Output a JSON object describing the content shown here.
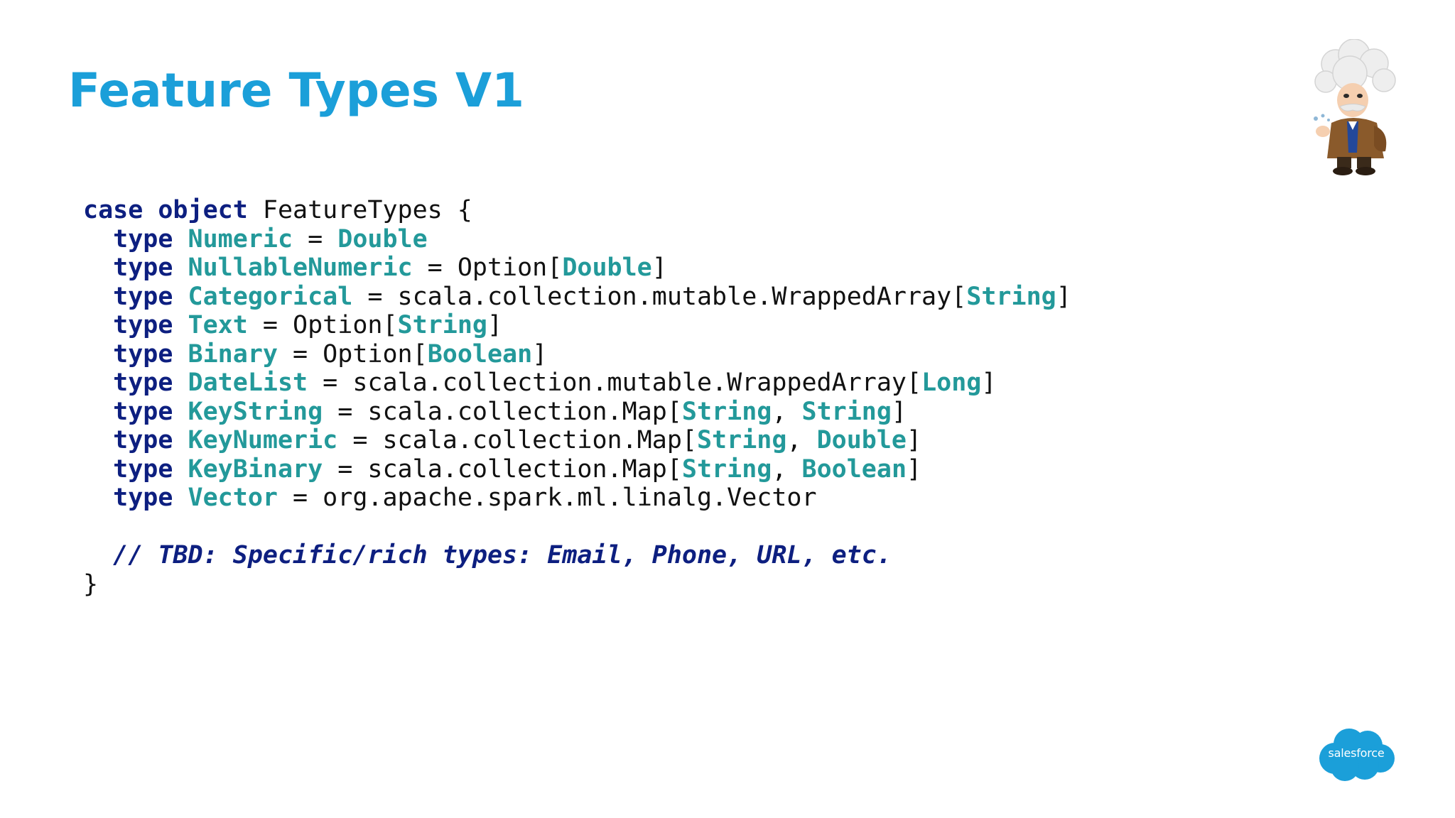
{
  "slide": {
    "title": "Feature Types V1",
    "code_lines": [
      [
        {
          "t": "case object",
          "c": "kw"
        },
        {
          "t": " FeatureTypes {",
          "c": "pl"
        }
      ],
      [
        {
          "t": "  ",
          "c": "pl"
        },
        {
          "t": "type",
          "c": "kw"
        },
        {
          "t": " ",
          "c": "pl"
        },
        {
          "t": "Numeric",
          "c": "ty"
        },
        {
          "t": " = ",
          "c": "pl"
        },
        {
          "t": "Double",
          "c": "ty"
        }
      ],
      [
        {
          "t": "  ",
          "c": "pl"
        },
        {
          "t": "type",
          "c": "kw"
        },
        {
          "t": " ",
          "c": "pl"
        },
        {
          "t": "NullableNumeric",
          "c": "ty"
        },
        {
          "t": " = Option[",
          "c": "pl"
        },
        {
          "t": "Double",
          "c": "ty"
        },
        {
          "t": "]",
          "c": "pl"
        }
      ],
      [
        {
          "t": "  ",
          "c": "pl"
        },
        {
          "t": "type",
          "c": "kw"
        },
        {
          "t": " ",
          "c": "pl"
        },
        {
          "t": "Categorical",
          "c": "ty"
        },
        {
          "t": " = scala.collection.mutable.WrappedArray[",
          "c": "pl"
        },
        {
          "t": "String",
          "c": "ty"
        },
        {
          "t": "]",
          "c": "pl"
        }
      ],
      [
        {
          "t": "  ",
          "c": "pl"
        },
        {
          "t": "type",
          "c": "kw"
        },
        {
          "t": " ",
          "c": "pl"
        },
        {
          "t": "Text",
          "c": "ty"
        },
        {
          "t": " = Option[",
          "c": "pl"
        },
        {
          "t": "String",
          "c": "ty"
        },
        {
          "t": "]",
          "c": "pl"
        }
      ],
      [
        {
          "t": "  ",
          "c": "pl"
        },
        {
          "t": "type",
          "c": "kw"
        },
        {
          "t": " ",
          "c": "pl"
        },
        {
          "t": "Binary",
          "c": "ty"
        },
        {
          "t": " = Option[",
          "c": "pl"
        },
        {
          "t": "Boolean",
          "c": "ty"
        },
        {
          "t": "]",
          "c": "pl"
        }
      ],
      [
        {
          "t": "  ",
          "c": "pl"
        },
        {
          "t": "type",
          "c": "kw"
        },
        {
          "t": " ",
          "c": "pl"
        },
        {
          "t": "DateList",
          "c": "ty"
        },
        {
          "t": " = scala.collection.mutable.WrappedArray[",
          "c": "pl"
        },
        {
          "t": "Long",
          "c": "ty"
        },
        {
          "t": "]",
          "c": "pl"
        }
      ],
      [
        {
          "t": "  ",
          "c": "pl"
        },
        {
          "t": "type",
          "c": "kw"
        },
        {
          "t": " ",
          "c": "pl"
        },
        {
          "t": "KeyString",
          "c": "ty"
        },
        {
          "t": " = scala.collection.Map[",
          "c": "pl"
        },
        {
          "t": "String",
          "c": "ty"
        },
        {
          "t": ", ",
          "c": "pl"
        },
        {
          "t": "String",
          "c": "ty"
        },
        {
          "t": "]",
          "c": "pl"
        }
      ],
      [
        {
          "t": "  ",
          "c": "pl"
        },
        {
          "t": "type",
          "c": "kw"
        },
        {
          "t": " ",
          "c": "pl"
        },
        {
          "t": "KeyNumeric",
          "c": "ty"
        },
        {
          "t": " = scala.collection.Map[",
          "c": "pl"
        },
        {
          "t": "String",
          "c": "ty"
        },
        {
          "t": ", ",
          "c": "pl"
        },
        {
          "t": "Double",
          "c": "ty"
        },
        {
          "t": "]",
          "c": "pl"
        }
      ],
      [
        {
          "t": "  ",
          "c": "pl"
        },
        {
          "t": "type",
          "c": "kw"
        },
        {
          "t": " ",
          "c": "pl"
        },
        {
          "t": "KeyBinary",
          "c": "ty"
        },
        {
          "t": " = scala.collection.Map[",
          "c": "pl"
        },
        {
          "t": "String",
          "c": "ty"
        },
        {
          "t": ", ",
          "c": "pl"
        },
        {
          "t": "Boolean",
          "c": "ty"
        },
        {
          "t": "]",
          "c": "pl"
        }
      ],
      [
        {
          "t": "  ",
          "c": "pl"
        },
        {
          "t": "type",
          "c": "kw"
        },
        {
          "t": " ",
          "c": "pl"
        },
        {
          "t": "Vector",
          "c": "ty"
        },
        {
          "t": " = org.apache.spark.ml.linalg.Vector",
          "c": "pl"
        }
      ],
      [],
      [
        {
          "t": "  ",
          "c": "pl"
        },
        {
          "t": "// TBD: Specific/rich types: Email, Phone, URL, etc.",
          "c": "cm"
        }
      ],
      [
        {
          "t": "}",
          "c": "pl"
        }
      ]
    ]
  },
  "branding": {
    "logo_text": "salesforce",
    "logo_color": "#1b9fd9",
    "mascot_icon": "einstein-mascot-icon"
  },
  "colors": {
    "title": "#1b9fd9",
    "keyword": "#0d1f80",
    "type_name": "#23999a",
    "plain": "#111111"
  }
}
